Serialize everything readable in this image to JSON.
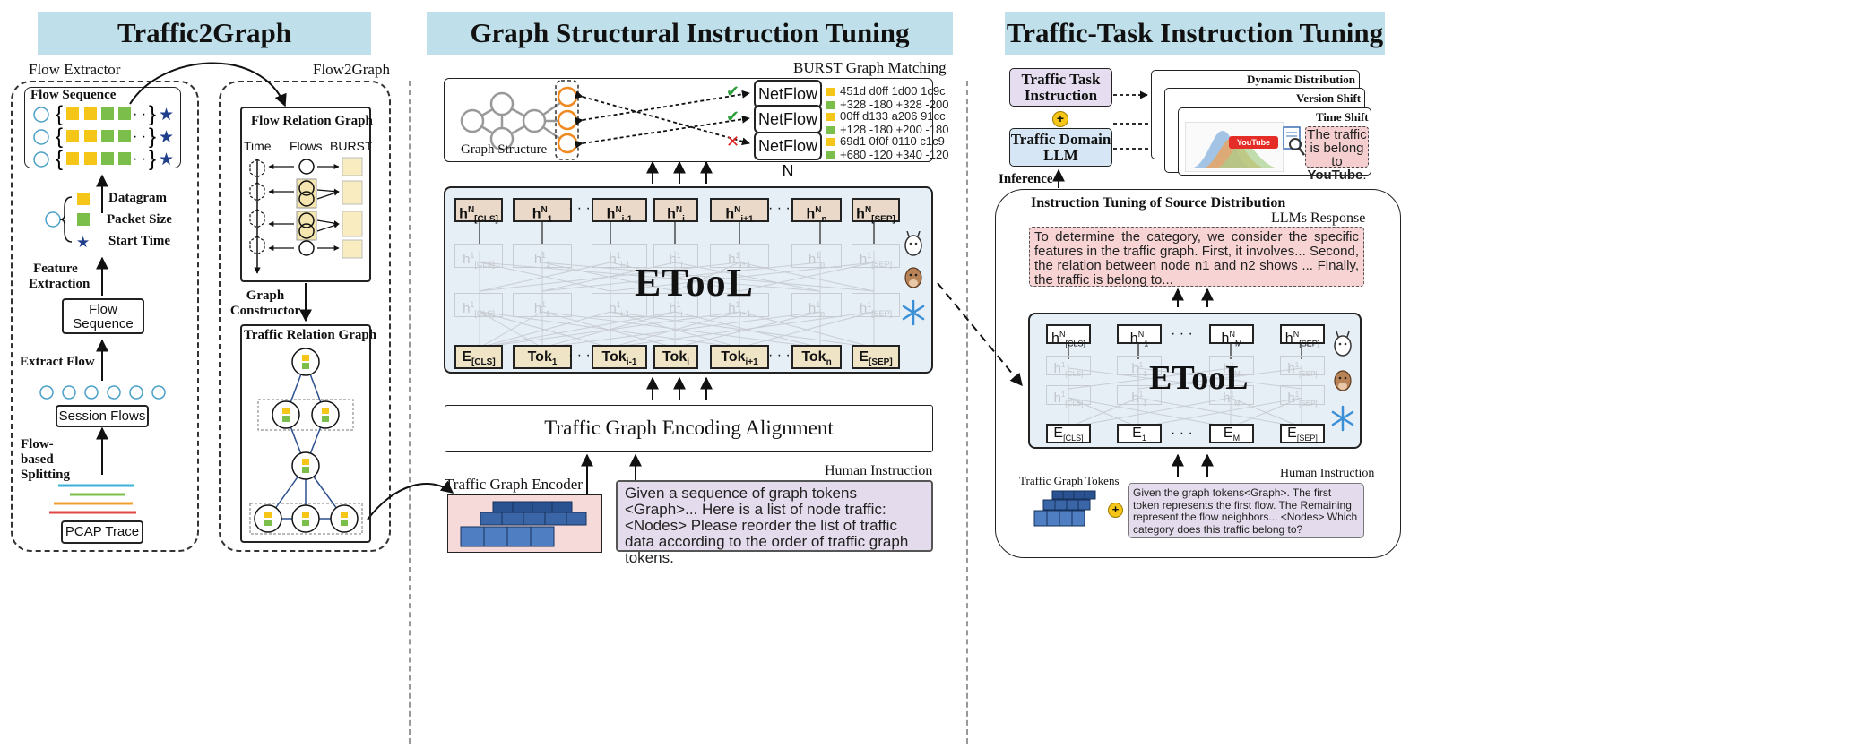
{
  "sections": {
    "left": "Traffic2Graph",
    "middle": "Graph Structural Instruction Tuning",
    "right": "Traffic-Task Instruction Tuning"
  },
  "left": {
    "flow_extractor_label": "Flow Extractor",
    "flow2graph_label": "Flow2Graph",
    "flow_sequence_title": "Flow Sequence",
    "legend": {
      "datagram": "Datagram",
      "packet_size": "Packet Size",
      "start_time": "Start Time"
    },
    "feature_extraction": "Feature Extraction",
    "flow_sequence_box": "Flow Sequence",
    "extract_flow": "Extract Flow",
    "session_flows": "Session Flows",
    "flow_based_splitting": "Flow-based Splitting",
    "pcap_trace": "PCAP Trace",
    "flow_relation_graph": "Flow Relation Graph",
    "frg_cols": {
      "time": "Time",
      "flows": "Flows",
      "burst": "BURST"
    },
    "graph_constructor": "Graph Constructor",
    "traffic_relation_graph": "Traffic Relation Graph"
  },
  "middle": {
    "burst_graph_matching": "BURST Graph Matching",
    "graph_structure": "Graph Structure",
    "netflows": [
      {
        "label": "NetFlow 1",
        "line1": "451d d0ff 1d00 1c9c",
        "line2": "+328 -180 +328 -200",
        "mark": "✔",
        "mark_color": "#2e9e3a"
      },
      {
        "label": "NetFlow 2",
        "line1": "00ff d133 a206 91cc",
        "line2": "+128 -180 +200 -180",
        "mark": "✔",
        "mark_color": "#2e9e3a"
      },
      {
        "label": "NetFlow N",
        "line1": "69d1 0f0f 0110 c1c9",
        "line2": "+680 -120 +340 -120",
        "mark": "✕",
        "mark_color": "#e02020"
      }
    ],
    "model_name": "ETooL",
    "h_tokens": [
      "h",
      "h",
      "h",
      "h",
      "h",
      "h",
      "h"
    ],
    "h_sups": [
      "N",
      "N",
      "N",
      "N",
      "N",
      "N",
      "N"
    ],
    "h_subs": [
      "[CLS]",
      "1",
      "i-1",
      "i",
      "i+1",
      "n",
      "[SEP]"
    ],
    "g_sups": [
      "1",
      "1",
      "1",
      "1",
      "1",
      "1",
      "1"
    ],
    "e_tokens": [
      "E",
      "Tok",
      "Tok",
      "Tok",
      "Tok",
      "Tok",
      "E"
    ],
    "e_subs": [
      "[CLS]",
      "1",
      "i-1",
      "i",
      "i+1",
      "n",
      "[SEP]"
    ],
    "dots": "· · ·",
    "alignment": "Traffic Graph Encoding Alignment",
    "encoder_label": "Traffic Graph Encoder",
    "human_instruction_label": "Human Instruction",
    "human_instruction": "Given a sequence of graph tokens <Graph>... Here is a list of node traffic: <Nodes> Please reorder the list of traffic data according to the order of traffic graph tokens."
  },
  "right": {
    "task_instruction": "Traffic Task Instruction",
    "domain_llm": "Traffic Domain LLM",
    "plus": "+",
    "inference": "Inference",
    "card_titles": [
      "Dynamic Distribution",
      "Version Shift",
      "Time Shift"
    ],
    "youtube_logo": "YouTube",
    "result_text_pre": "The traffic is belong to ",
    "result_text_bold": "YouTube",
    "result_text_post": ".",
    "tuning_title": "Instruction Tuning of Source Distribution",
    "llm_response_label": "LLMs Response",
    "llm_response": "To determine the category, we consider the specific features in the traffic graph. First, it involves... Second, the relation between node n1 and n2 shows  ... Finally, the traffic is belong to...",
    "model_name": "ETooL",
    "h_subs": [
      "[CLS]",
      "1",
      "M",
      "[SEP]"
    ],
    "h_sup": "N",
    "g_sup": "1",
    "e_subs": [
      "[CLS]",
      "1",
      "M",
      "[SEP]"
    ],
    "dots": "· · ·",
    "graph_tokens_label": "Traffic Graph Tokens",
    "human_instruction_label": "Human Instruction",
    "human_instruction": "Given the graph tokens<Graph>. The first token represents the first flow. The Remaining represent the flow neighbors... <Nodes> Which category does this traffic belong to?"
  },
  "colors": {
    "banner": "#bfe0ea",
    "yellow": "#f5c518",
    "green": "#7bbf4a",
    "star": "#1f3f8c",
    "h_token": "#ead8c8",
    "e_token": "#efe4c6",
    "model_bg": "#e6eef6",
    "response_bg": "#f7d3d3",
    "instruction_bg": "#e4dcec",
    "task_bg": "#e6def0",
    "domain_bg": "#d6e6f4"
  }
}
